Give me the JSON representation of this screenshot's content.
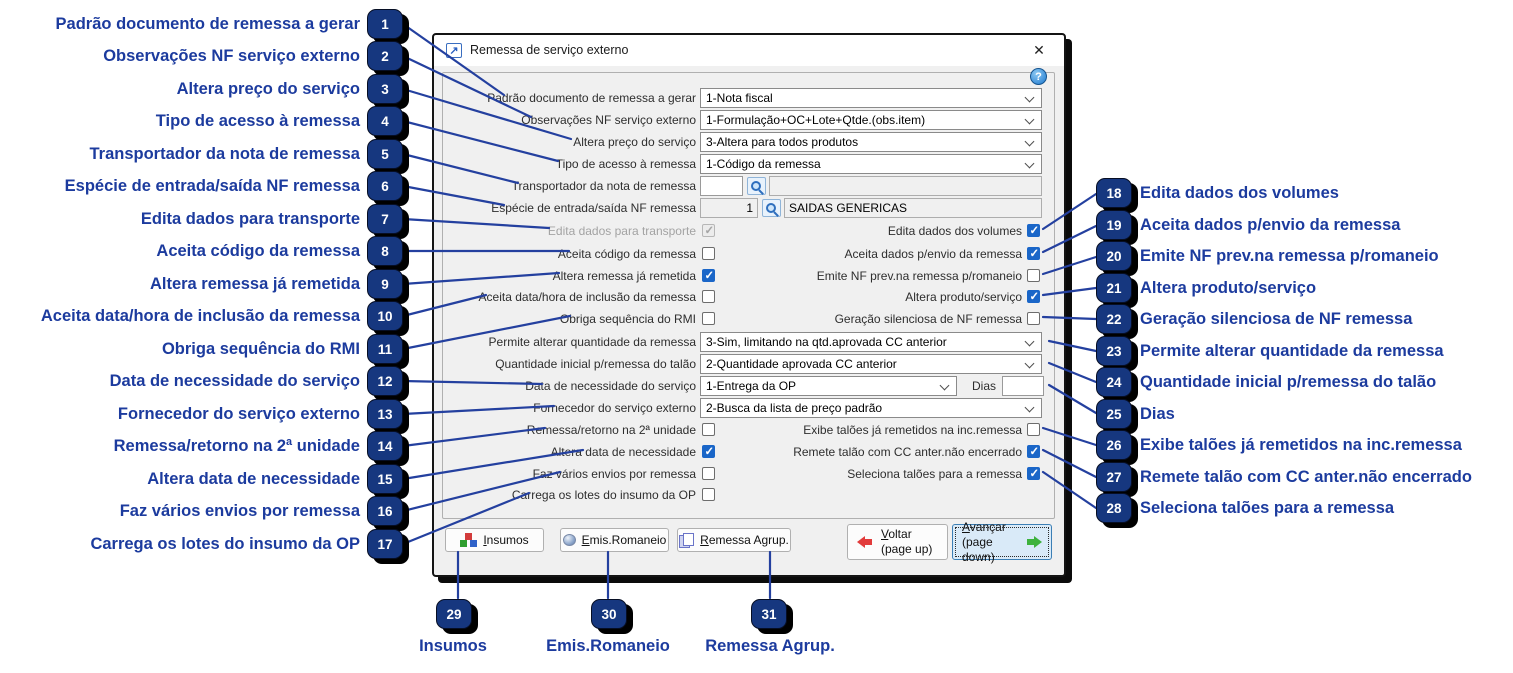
{
  "window": {
    "title": "Remessa de serviço externo",
    "icons": {
      "app": "↗",
      "help": "?",
      "close": "✕"
    }
  },
  "form": {
    "fields": [
      {
        "type": "select",
        "label": "Padrão documento de remessa a gerar",
        "value": "1-Nota fiscal"
      },
      {
        "type": "select",
        "label": "Observações NF serviço externo",
        "value": "1-Formulação+OC+Lote+Qtde.(obs.item)"
      },
      {
        "type": "select",
        "label": "Altera preço do serviço",
        "value": "3-Altera para todos produtos"
      },
      {
        "type": "select",
        "label": "Tipo de acesso à remessa",
        "value": "1-Código da remessa"
      },
      {
        "type": "lookup",
        "label": "Transportador da nota de remessa",
        "code": "",
        "description": ""
      },
      {
        "type": "lookup",
        "label": "Espécie de entrada/saída NF remessa",
        "code": "1",
        "description": "SAIDAS GENERICAS"
      },
      {
        "type": "checks",
        "left": {
          "label": "Edita dados para transporte",
          "checked": true,
          "disabled": true
        },
        "right": {
          "label": "Edita dados dos volumes",
          "checked": true
        }
      },
      {
        "type": "checks",
        "left": {
          "label": "Aceita código da remessa",
          "checked": false
        },
        "right": {
          "label": "Aceita dados p/envio da remessa",
          "checked": true
        }
      },
      {
        "type": "checks",
        "left": {
          "label": "Altera remessa já remetida",
          "checked": true
        },
        "right": {
          "label": "Emite NF prev.na remessa p/romaneio",
          "checked": false
        }
      },
      {
        "type": "checks",
        "left": {
          "label": "Aceita data/hora de inclusão da remessa",
          "checked": false
        },
        "right": {
          "label": "Altera produto/serviço",
          "checked": true
        }
      },
      {
        "type": "checks",
        "left": {
          "label": "Obriga sequência do RMI",
          "checked": false
        },
        "right": {
          "label": "Geração silenciosa de NF remessa",
          "checked": false
        }
      },
      {
        "type": "select",
        "label": "Permite alterar quantidade da remessa",
        "value": "3-Sim, limitando na qtd.aprovada CC anterior"
      },
      {
        "type": "select",
        "label": "Quantidade inicial p/remessa do talão",
        "value": "2-Quantidade aprovada CC anterior"
      },
      {
        "type": "select",
        "label": "Data de necessidade do serviço",
        "value": "1-Entrega da OP",
        "suffix_label": "Dias",
        "suffix_value": ""
      },
      {
        "type": "select",
        "label": "Fornecedor do serviço externo",
        "value": "2-Busca da lista de preço padrão"
      },
      {
        "type": "checks",
        "left": {
          "label": "Remessa/retorno na 2ª unidade",
          "checked": false
        },
        "right": {
          "label": "Exibe talões já remetidos na inc.remessa",
          "checked": false
        }
      },
      {
        "type": "checks",
        "left": {
          "label": "Altera data de necessidade",
          "checked": true
        },
        "right": {
          "label": "Remete talão com CC anter.não encerrado",
          "checked": true
        }
      },
      {
        "type": "checks",
        "left": {
          "label": "Faz vários envios por remessa",
          "checked": false
        },
        "right": {
          "label": "Seleciona talões para a remessa",
          "checked": true
        }
      },
      {
        "type": "check",
        "left": {
          "label": "Carrega os lotes do insumo da OP",
          "checked": false
        }
      }
    ],
    "buttons": {
      "insumos": {
        "label": "Insumos"
      },
      "emis_romaneio": {
        "label": "Emis.Romaneio"
      },
      "remessa_agrup": {
        "label": "Remessa Agrup."
      },
      "voltar": {
        "label": "Voltar",
        "sublabel": "(page up)"
      },
      "avancar": {
        "label": "Avançar",
        "sublabel": "(page down)"
      }
    }
  },
  "callouts": {
    "left": [
      {
        "num": "1",
        "label": "Padrão documento de remessa a gerar"
      },
      {
        "num": "2",
        "label": "Observações NF serviço externo"
      },
      {
        "num": "3",
        "label": "Altera preço do serviço"
      },
      {
        "num": "4",
        "label": "Tipo de acesso à remessa"
      },
      {
        "num": "5",
        "label": "Transportador da nota de remessa"
      },
      {
        "num": "6",
        "label": "Espécie de entrada/saída NF remessa"
      },
      {
        "num": "7",
        "label": "Edita dados para transporte"
      },
      {
        "num": "8",
        "label": "Aceita código da remessa"
      },
      {
        "num": "9",
        "label": "Altera remessa já remetida"
      },
      {
        "num": "10",
        "label": "Aceita data/hora de inclusão da remessa"
      },
      {
        "num": "11",
        "label": "Obriga sequência do RMI"
      },
      {
        "num": "12",
        "label": "Data de necessidade do serviço"
      },
      {
        "num": "13",
        "label": "Fornecedor do serviço externo"
      },
      {
        "num": "14",
        "label": "Remessa/retorno na 2ª unidade"
      },
      {
        "num": "15",
        "label": "Altera data de necessidade"
      },
      {
        "num": "16",
        "label": "Faz vários envios por remessa"
      },
      {
        "num": "17",
        "label": "Carrega os lotes do insumo da OP"
      }
    ],
    "right": [
      {
        "num": "18",
        "label": "Edita dados dos volumes"
      },
      {
        "num": "19",
        "label": "Aceita dados p/envio da remessa"
      },
      {
        "num": "20",
        "label": "Emite NF prev.na remessa p/romaneio"
      },
      {
        "num": "21",
        "label": "Altera produto/serviço"
      },
      {
        "num": "22",
        "label": "Geração silenciosa de NF remessa"
      },
      {
        "num": "23",
        "label": "Permite alterar quantidade da remessa"
      },
      {
        "num": "24",
        "label": "Quantidade inicial p/remessa do talão"
      },
      {
        "num": "25",
        "label": "Dias"
      },
      {
        "num": "26",
        "label": "Exibe talões já remetidos na inc.remessa"
      },
      {
        "num": "27",
        "label": "Remete talão com CC anter.não encerrado"
      },
      {
        "num": "28",
        "label": "Seleciona talões para a remessa"
      }
    ],
    "bottom": [
      {
        "num": "29",
        "label": "Insumos"
      },
      {
        "num": "30",
        "label": "Emis.Romaneio"
      },
      {
        "num": "31",
        "label": "Remessa Agrup."
      }
    ]
  },
  "colors": {
    "callout_text": "#1c3b9e",
    "badge_fill": "#16377f",
    "line": "#24409f",
    "checkbox_checked": "#1a66c8",
    "primary_button_bg": "#d9eaf8"
  }
}
